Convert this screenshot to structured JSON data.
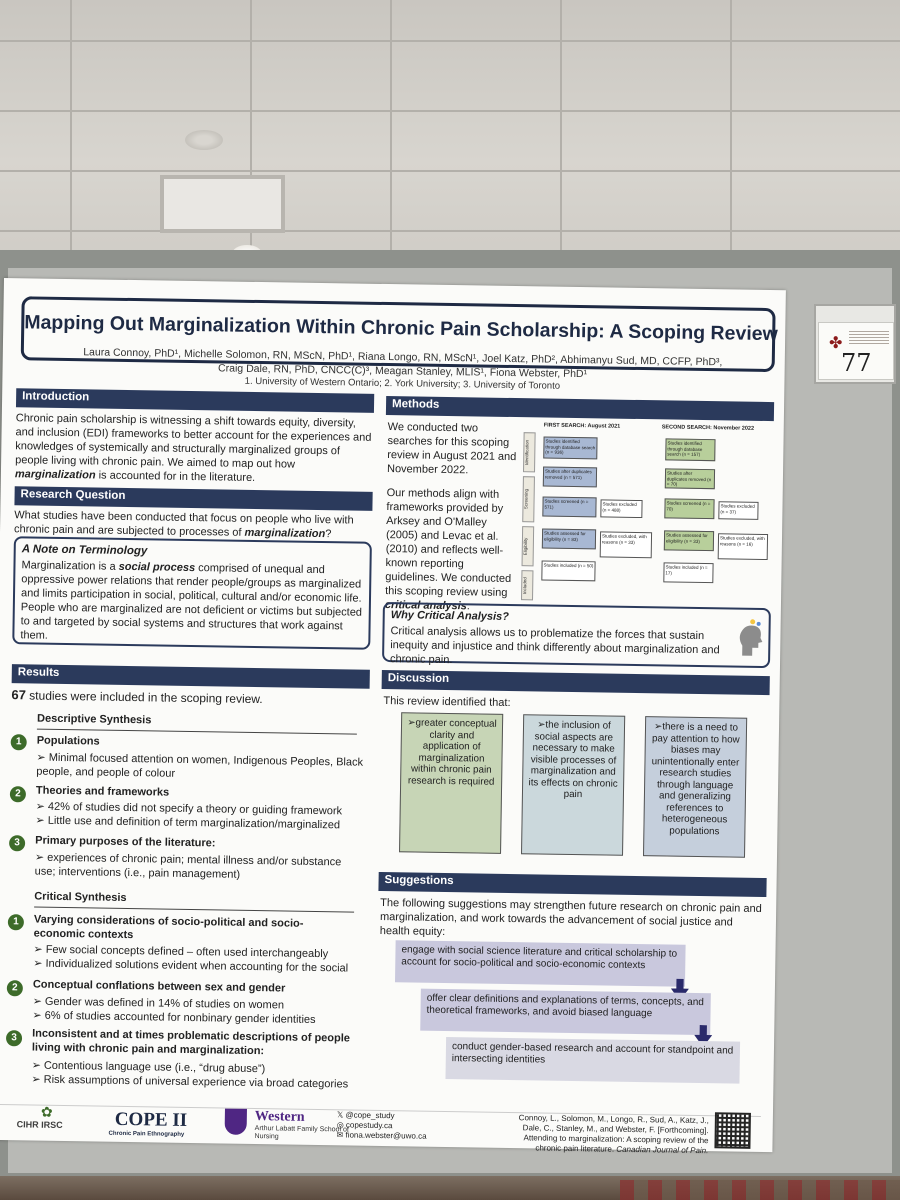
{
  "poster": {
    "title": "Mapping Out Marginalization Within Chronic Pain Scholarship: A Scoping Review",
    "authors_line1": "Laura Connoy, PhD¹, Michelle Solomon, RN, MScN, PhD¹, Riana Longo, RN, MScN¹, Joel Katz, PhD², Abhimanyu Sud, MD, CCFP, PhD³,",
    "authors_line2": "Craig Dale, RN, PhD, CNCC(C)³, Meagan Stanley, MLIS¹, Fiona Webster, PhD¹",
    "affiliations": "1. University of Western Ontario; 2. York University; 3. University of Toronto",
    "introduction": {
      "heading": "Introduction",
      "body": "Chronic pain scholarship is witnessing a shift towards equity, diversity, and inclusion (EDI) frameworks to better account for the experiences and knowledges of systemically and structurally marginalized groups of people living with chronic pain. We aimed to map out how",
      "emph": "marginalization",
      "tail": " is accounted for in the literature."
    },
    "research_question": {
      "heading": "Research Question",
      "body": "What studies have been conducted that focus on people who live with chronic pain and are subjected to processes of ",
      "emph": "marginalization",
      "tail": "?"
    },
    "terminology": {
      "heading": "A Note on Terminology",
      "lead": "Marginalization is a ",
      "emph": "social process",
      "body": " comprised of unequal and oppressive power relations that render people/groups as marginalized and limits participation in social, political, cultural and/or economic life. People who are marginalized are not deficient or victims but subjected to and targeted by social systems and structures that work against them."
    },
    "methods": {
      "heading": "Methods",
      "p1": "We conducted two searches for this scoping review in August 2021 and November 2022.",
      "p2": "Our methods align with frameworks provided by Arksey and O'Malley (2005) and Levac et al. (2010) and reflects well-known reporting guidelines. We conducted this scoping review using ",
      "p2_emph": "critical analysis",
      "p2_tail": "."
    },
    "flowchart": {
      "first_title": "FIRST SEARCH: August 2021",
      "second_title": "SECOND SEARCH: November 2022",
      "stages": [
        "Identification",
        "Screening",
        "Eligibility",
        "Included"
      ],
      "first": {
        "identified": "Studies identified through database search (n = 936)",
        "after_dup": "Studies after duplicates removed (n = 571)",
        "screened": "Studies screened (n = 571)",
        "excluded": "Studies excluded (n = 488)",
        "assessed": "Studies assessed for eligibility (n = 83)",
        "excluded_reasons": "Studies excluded, with reasons (n = 33)",
        "included": "Studies included (n = 50)"
      },
      "second": {
        "identified": "Studies identified through database search (n = 157)",
        "after_dup": "Studies after duplicates removed (n = 70)",
        "screened": "Studies screened (n = 70)",
        "excluded": "Studies excluded (n = 37)",
        "assessed": "Studies assessed for eligibility (n = 33)",
        "excluded_reasons": "Studies excluded, with reasons (n = 16)",
        "included": "Studies included (n = 17)"
      }
    },
    "critical_analysis": {
      "heading": "Why Critical Analysis?",
      "body": "Critical analysis allows us to problematize the forces that sustain inequity and injustice and think differently about marginalization and chronic pain."
    },
    "results": {
      "heading": "Results",
      "count": "67",
      "count_text": " studies were included in the scoping review.",
      "descriptive_heading": "Descriptive Synthesis",
      "descriptive": [
        {
          "num": "1",
          "title": "Populations",
          "bullets": [
            "Minimal focused attention on women, Indigenous Peoples, Black people, and people of colour"
          ]
        },
        {
          "num": "2",
          "title": "Theories and frameworks",
          "bullets": [
            "42% of studies did not specify a theory or guiding framework",
            "Little use and definition of term marginalization/marginalized"
          ]
        },
        {
          "num": "3",
          "title": "Primary purposes of the literature:",
          "bullets": [
            "experiences of chronic pain; mental illness and/or substance use; interventions (i.e., pain management)"
          ]
        }
      ],
      "critical_heading": "Critical Synthesis",
      "critical": [
        {
          "num": "1",
          "title": "Varying considerations of socio-political and socio-economic contexts",
          "bullets": [
            "Few social concepts defined – often used interchangeably",
            "Individualized solutions evident when accounting for the social"
          ]
        },
        {
          "num": "2",
          "title": "Conceptual conflations between sex and gender",
          "bullets": [
            "Gender was defined in 14% of studies on women",
            "6% of studies accounted for nonbinary gender identities"
          ]
        },
        {
          "num": "3",
          "title": "Inconsistent and at times problematic descriptions of people living with chronic pain and marginalization:",
          "bullets": [
            "Contentious language use (i.e., “drug abuse”)",
            "Risk assumptions of universal experience via broad categories"
          ]
        }
      ]
    },
    "discussion": {
      "heading": "Discussion",
      "intro": "This review identified that:",
      "boxes": [
        "➢greater conceptual clarity and application of marginalization within chronic pain research is required",
        "➢the inclusion of social aspects are necessary to make visible processes of marginalization and its effects on chronic pain",
        "➢there is a need to pay attention to how biases may unintentionally enter research studies through language and generalizing references to heterogeneous populations"
      ],
      "colors": [
        "#c7d5b6",
        "#cbd8dc",
        "#c5cfdc"
      ]
    },
    "suggestions": {
      "heading": "Suggestions",
      "intro": "The following suggestions may strengthen future research on chronic pain and marginalization, and work towards the advancement of social justice and health equity:",
      "items": [
        "engage with social science literature and critical scholarship to account for socio-political and socio-economic contexts",
        "offer clear definitions and explanations of terms, concepts, and theoretical frameworks, and avoid biased language",
        "conduct gender-based research and account for standpoint and intersecting identities"
      ]
    },
    "footer": {
      "cihr": "CIHR IRSC",
      "cope": "COPE II",
      "cope_sub": "Chronic Pain Ethnography",
      "western": "Western",
      "western_sub": "Arthur Labatt Family School of Nursing",
      "twitter": "@cope_study",
      "web": "copestudy.ca",
      "email": "fiona.webster@uwo.ca",
      "reference": "Connoy, L., Solomon, M., Longo, R., Sud, A., Katz, J., Dale, C., Stanley, M., and Webster, F. [Forthcoming]. Attending to marginalization: A scoping review of the chronic pain literature.",
      "journal": "Canadian Journal of Pain."
    }
  },
  "board_number": "77"
}
